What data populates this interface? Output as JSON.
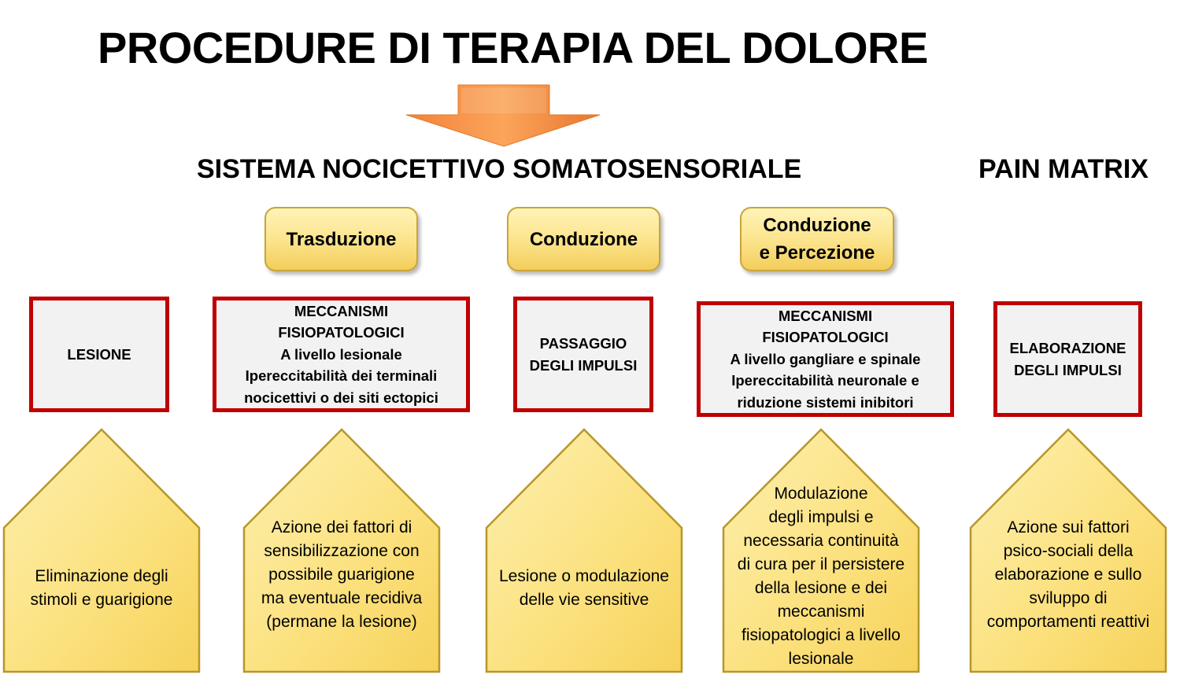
{
  "title": "PROCEDURE DI TERAPIA DEL DOLORE",
  "sections": {
    "left": "SISTEMA NOCICETTIVO SOMATOSENSORIALE",
    "right": "PAIN MATRIX"
  },
  "stages": [
    {
      "label": "Trasduzione"
    },
    {
      "label": "Conduzione"
    },
    {
      "label": "Conduzione\ne Percezione"
    }
  ],
  "boxes": [
    {
      "text": "LESIONE"
    },
    {
      "text": "MECCANISMI\nFISIOPATOLOGICI\nA livello lesionale\nIpereccitabilità dei terminali\nnocicettivi o dei siti ectopici"
    },
    {
      "text": "PASSAGGIO\nDEGLI IMPULSI"
    },
    {
      "text": "MECCANISMI\nFISIOPATOLOGICI\nA livello gangliare e spinale\nIpereccitabilità neuronale e\nriduzione sistemi inibitori"
    },
    {
      "text": "ELABORAZIONE\nDEGLI IMPULSI"
    }
  ],
  "houses": [
    {
      "text": "Eliminazione degli\nstimoli e guarigione"
    },
    {
      "text": "Azione dei fattori di\nsensibilizzazione con\npossibile guarigione\nma eventuale recidiva\n(permane la lesione)"
    },
    {
      "text": "Lesione o modulazione\ndelle vie sensitive"
    },
    {
      "text": "Modulazione\ndegli impulsi e\nnecessaria continuità\ndi cura per il persistere\ndella lesione e dei\nmeccanismi\nfisiopatologici a livello\nlesionale"
    },
    {
      "text": "Azione sui fattori\npsico-sociali della\nelaborazione e sullo\nsviluppo di\ncomportamenti reattivi"
    }
  ],
  "colors": {
    "box_border": "#c00000",
    "box_fill": "#f2f2f2",
    "arrow": "#f79646",
    "house_fill": "#fce48a",
    "house_stroke": "#b8962a"
  },
  "icons": {
    "arrow": "down-arrow-icon"
  }
}
